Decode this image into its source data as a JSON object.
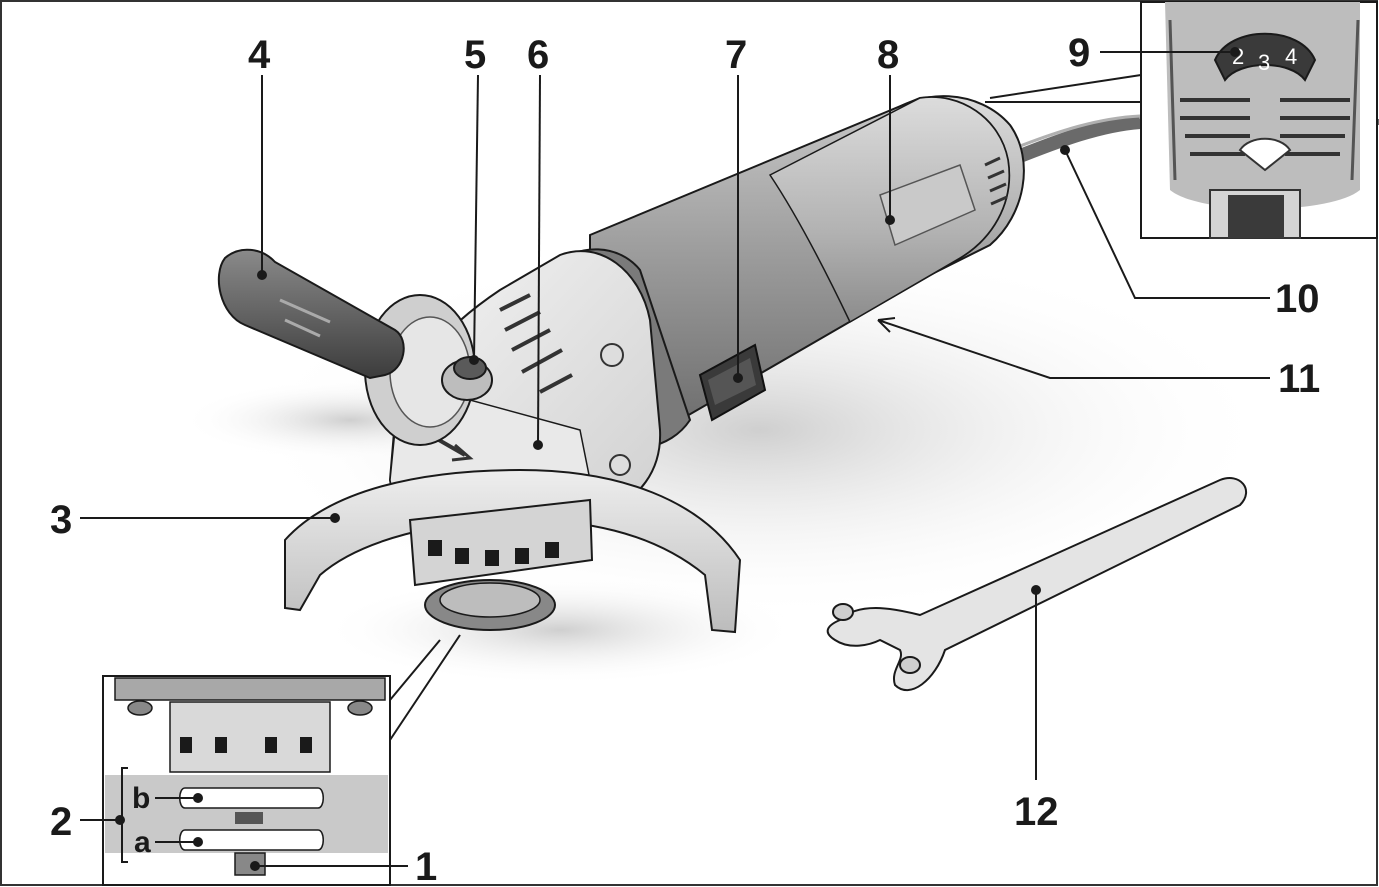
{
  "callouts": {
    "n1": "1",
    "n2": "2",
    "n2a": "a",
    "n2b": "b",
    "n3": "3",
    "n4": "4",
    "n5": "5",
    "n6": "6",
    "n7": "7",
    "n8": "8",
    "n9": "9",
    "n10": "10",
    "n11": "11",
    "n12": "12"
  },
  "dial": {
    "left": "2",
    "center": "3",
    "right": "4"
  },
  "colors": {
    "body_dark": "#8a8a8a",
    "body_mid": "#b8b8b8",
    "housing_light": "#e4e4e4",
    "handle_dark": "#5a5a5a",
    "shadow": "#d6d6d6",
    "outline": "#1a1a1a"
  }
}
